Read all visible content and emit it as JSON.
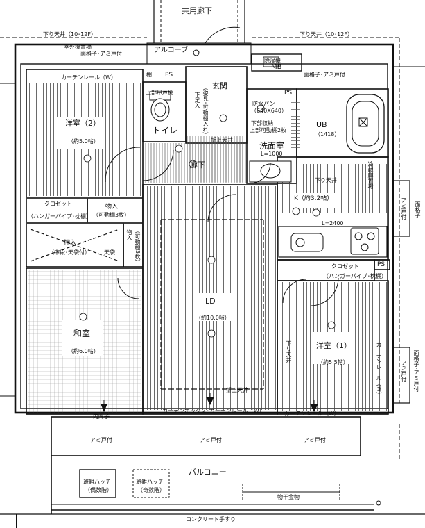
{
  "plan": {
    "labels": {
      "common_corridor": "共用廊下",
      "ceiling_left": "下り天井（10･12F）",
      "ceiling_right": "下り天井（10･12F）",
      "outdoor_unit": "室外機置場",
      "grille_top_left": "面格子･アミ戸付",
      "alcove": "アルコーブ",
      "meter_box": "MB",
      "meter_box_small": "除湿機",
      "grille_top_right": "面格子･アミ戸付",
      "shelf": "棚",
      "ps_top": "PS",
      "ps_wash": "PS",
      "ps_closet": "PS",
      "upper_cabinet": "上部吊戸棚",
      "toilet": "トイレ",
      "entrance": "玄関",
      "shoe_box": "下足入",
      "shoe_box_note": "（姿見･可動棚入れ）",
      "curtain_rail_w1": "カーテンレール（W）",
      "western2_name": "洋室（2）",
      "western2_size": "（約5.0帖）",
      "waterproof_pan": "防水パン",
      "waterproof_pan_size": "（640X640）",
      "lower_storage": "下部収納",
      "upper_shelf": "上部可動棚2枚",
      "washroom": "洗面室",
      "washroom_size": "L=1000",
      "unit_bath": "UB",
      "unit_bath_size": "（1418）",
      "ceiling_hall": "折上天井",
      "hallway": "廊下",
      "ceiling_kitchen": "下り天井",
      "fridge": "冷蔵庫置場",
      "kitchen": "K（約3.2帖）",
      "kitchen_size": "L=2400",
      "closet_left": "クロゼット",
      "closet_left_note": "（ハンガーパイプ･枕棚）",
      "storage": "物入",
      "storage_note": "（可動棚3枚）",
      "oshiire": "押入",
      "oshiire_note": "（中段･天袋付）",
      "tenbukuro": "天袋",
      "storage_small": "物入",
      "storage_small_note": "（可動棚3枚）",
      "closet_right": "クロゼット",
      "closet_right_note": "（ハンガーパイプ･枕棚）",
      "ld": "LD",
      "ld_size": "（約10.0帖）",
      "washitsu": "和室",
      "washitsu_size": "（約6.0帖）",
      "western1_name": "洋室（1）",
      "western1_size": "（約5.5帖）",
      "ceiling_down_w1": "下り天井",
      "curtain_rail_side": "カーテンレール（W）",
      "ceiling_ld": "折上天井",
      "curtain_box": "カーテンボックス･カーテンレール（W）",
      "curtain_rail_w2": "カーテンレール（W）",
      "inner_shoji": "内障子",
      "screen_left": "アミ戸付",
      "screen_mid": "アミ戸付",
      "screen_right": "アミ戸付",
      "side_screen1": "アミ戸付",
      "side_screen2": "アミ戸付",
      "side_grille1": "面格子",
      "side_grille2": "面格子･アミ戸付",
      "balcony": "バルコニー",
      "hatch_even": "避難ハッチ",
      "hatch_even_note": "（偶数階）",
      "hatch_odd": "避難ハッチ",
      "hatch_odd_note": "（奇数階）",
      "clothes_hanger": "物干金物",
      "concrete_rail": "コンクリート手すり"
    }
  }
}
